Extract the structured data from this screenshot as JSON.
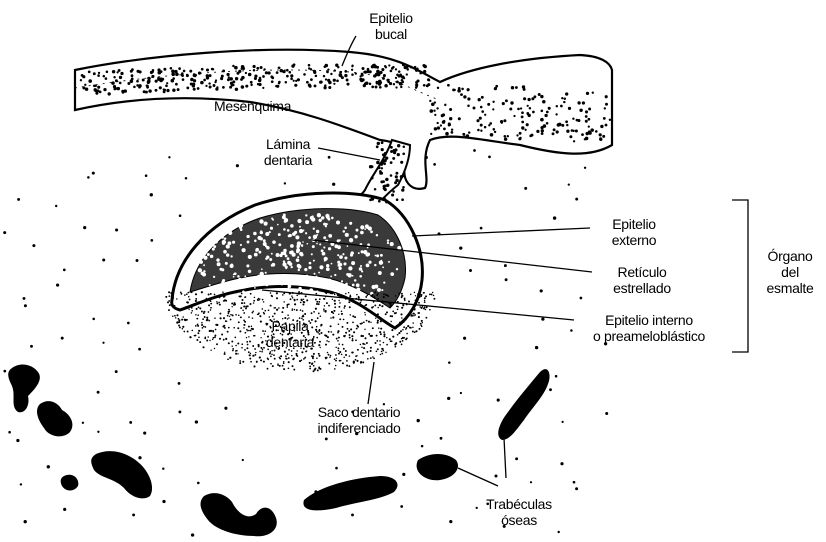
{
  "labels": {
    "epitelio_bucal": [
      "Epitelio",
      "bucal"
    ],
    "mesenquima": "Mesénquima",
    "lamina_dentaria": [
      "Lámina",
      "dentaria"
    ],
    "epitelio_externo": [
      "Epitelio",
      "externo"
    ],
    "reticulo_estrellado": [
      "Retículo",
      "estrellado"
    ],
    "epitelio_interno": [
      "Epitelio interno",
      "o preameloblástico"
    ],
    "organo_del_esmalte": [
      "Órgano",
      "del",
      "esmalte"
    ],
    "papila_dentaria": [
      "Papila",
      "dentaria"
    ],
    "saco_dentario": [
      "Saco dentario",
      "indiferenciado"
    ],
    "trabeculas_oseas": [
      "Trabéculas",
      "óseas"
    ]
  },
  "colors": {
    "ink": "#000000",
    "paper": "#ffffff",
    "stellate": "#2a2a2a"
  }
}
